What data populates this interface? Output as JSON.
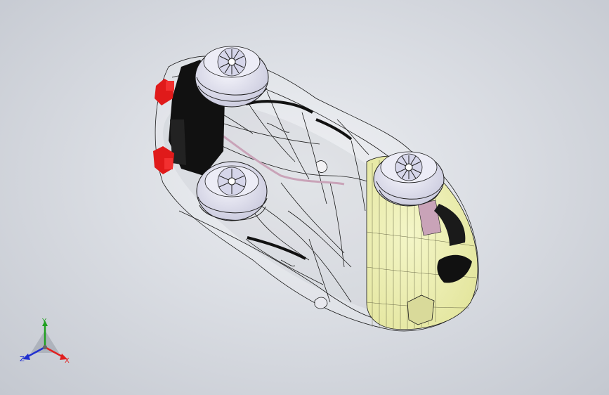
{
  "viewport": {
    "background": "#d7dae0",
    "model_colors": {
      "wireframe": "#1a1a1a",
      "front_body": "#eef0b6",
      "tail_lights": "#e01a1a",
      "accent_strip": "#c9a3b8",
      "tire": "#e9e9f4",
      "rim": "#d2d2e6",
      "dark_parts": "#111111"
    }
  },
  "triad": {
    "x_label": "X",
    "y_label": "Y",
    "z_label": "Z",
    "x_color": "#e02020",
    "y_color": "#20a020",
    "z_color": "#2030d0"
  }
}
